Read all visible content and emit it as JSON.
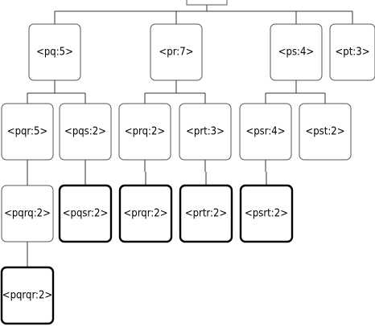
{
  "tree": {
    "nodes": [
      {
        "id": "pq",
        "label": "<pq:5>",
        "leaf": false
      },
      {
        "id": "pr",
        "label": "<pr:7>",
        "leaf": false
      },
      {
        "id": "ps",
        "label": "<ps:4>",
        "leaf": false
      },
      {
        "id": "pt",
        "label": "<pt:3>",
        "leaf": false
      },
      {
        "id": "pqr",
        "label": "<pqr:5>",
        "leaf": false
      },
      {
        "id": "pqs",
        "label": "<pqs:2>",
        "leaf": false
      },
      {
        "id": "prq",
        "label": "<prq:2>",
        "leaf": false
      },
      {
        "id": "prt",
        "label": "<prt:3>",
        "leaf": false
      },
      {
        "id": "psr",
        "label": "<psr:4>",
        "leaf": false
      },
      {
        "id": "pst",
        "label": "<pst:2>",
        "leaf": false
      },
      {
        "id": "pqrq",
        "label": "<pqrq:2>",
        "leaf": false
      },
      {
        "id": "pqsr",
        "label": "<pqsr:2>",
        "leaf": true
      },
      {
        "id": "prqr",
        "label": "<prqr:2>",
        "leaf": true
      },
      {
        "id": "prtr",
        "label": "<prtr:2>",
        "leaf": true
      },
      {
        "id": "psrt",
        "label": "<psrt:2>",
        "leaf": true
      },
      {
        "id": "pqrqr",
        "label": "<pqrqr:2>",
        "leaf": true
      }
    ],
    "edges": [
      [
        "root",
        "pq"
      ],
      [
        "root",
        "pr"
      ],
      [
        "root",
        "ps"
      ],
      [
        "root",
        "pt"
      ],
      [
        "pq",
        "pqr"
      ],
      [
        "pq",
        "pqs"
      ],
      [
        "pr",
        "prq"
      ],
      [
        "pr",
        "prt"
      ],
      [
        "ps",
        "psr"
      ],
      [
        "ps",
        "pst"
      ],
      [
        "pqr",
        "pqrq"
      ],
      [
        "pqs",
        "pqsr"
      ],
      [
        "prq",
        "prqr"
      ],
      [
        "prt",
        "prtr"
      ],
      [
        "psr",
        "psrt"
      ],
      [
        "pqrq",
        "pqrqr"
      ]
    ]
  }
}
